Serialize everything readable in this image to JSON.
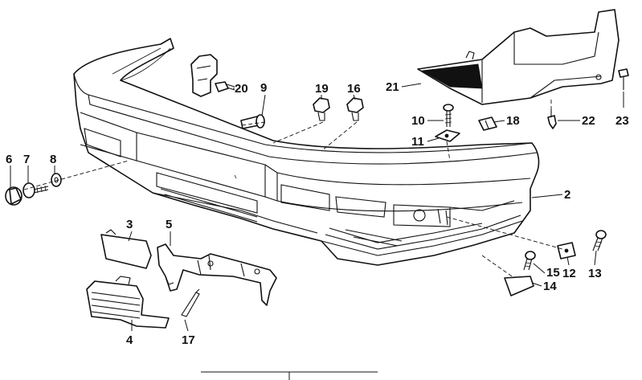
{
  "diagram": {
    "callouts": [
      {
        "id": "c1",
        "text": "2"
      },
      {
        "id": "c2",
        "text": "3"
      },
      {
        "id": "c3",
        "text": "4"
      },
      {
        "id": "c4",
        "text": "5"
      },
      {
        "id": "c5",
        "text": "6"
      },
      {
        "id": "c6",
        "text": "7"
      },
      {
        "id": "c7",
        "text": "8"
      },
      {
        "id": "c8",
        "text": "9"
      },
      {
        "id": "c9",
        "text": "10"
      },
      {
        "id": "c10",
        "text": "11"
      },
      {
        "id": "c11",
        "text": "12"
      },
      {
        "id": "c12",
        "text": "13"
      },
      {
        "id": "c13",
        "text": "14"
      },
      {
        "id": "c14",
        "text": "15"
      },
      {
        "id": "c15",
        "text": "16"
      },
      {
        "id": "c16",
        "text": "17"
      },
      {
        "id": "c17",
        "text": "18"
      },
      {
        "id": "c18",
        "text": "19"
      },
      {
        "id": "c19",
        "text": "20"
      },
      {
        "id": "c20",
        "text": "21"
      },
      {
        "id": "c21",
        "text": "22"
      },
      {
        "id": "c22",
        "text": "23"
      }
    ]
  }
}
